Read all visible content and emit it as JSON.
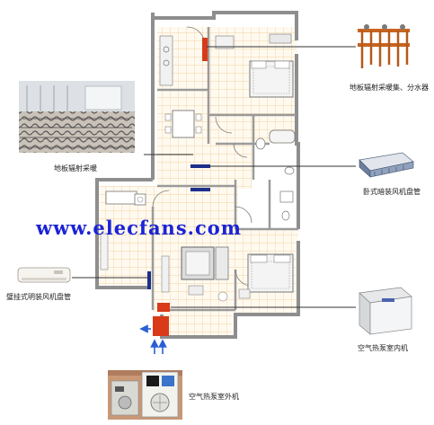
{
  "labels": {
    "floor_heating": "地板辐射采暖",
    "manifold": "地板辐射采暖集、分水器",
    "ducted_fcu": "卧式暗装风机盘管",
    "wall_fcu": "璧挂式明装风机盘管",
    "indoor_unit": "空气热泵室内机",
    "outdoor_unit": "空气热泵室外机"
  },
  "watermark": "www.elecfans.com",
  "colors": {
    "wall": "#8e8e8e",
    "tile_line": "#f0c78a",
    "tile_fill": "#fffaf0",
    "pipe_red": "#d83a1a",
    "pipe_blue": "#1c2f8a",
    "arrow_blue": "#2a5fd6",
    "watermark": "#1b23d6"
  }
}
